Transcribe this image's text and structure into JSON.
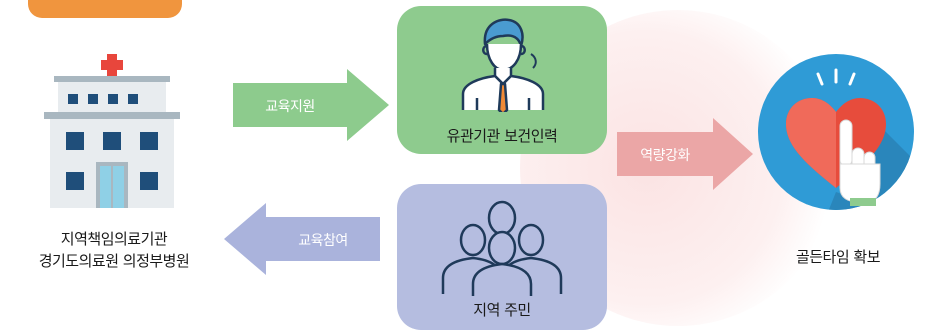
{
  "hospital": {
    "line1": "지역책임의료기관",
    "line2": "경기도의료원 의정부병원"
  },
  "arrows": {
    "education_support": "교육지원",
    "education_participation": "교육참여",
    "capacity_building": "역량강화"
  },
  "boxes": {
    "health_workers": "유관기관 보건인력",
    "residents": "지역 주민"
  },
  "outcome": {
    "label": "골든타임  확보"
  },
  "colors": {
    "tag_orange": "#f0953e",
    "green_box": "#8ecb8e",
    "green_arrow": "#8dcb8d",
    "purple_box": "#b5bde0",
    "purple_arrow": "#aab3dc",
    "pink_arrow": "#eba6a6",
    "building_gray": "#a9b7c0",
    "building_navy": "#1f4e7a",
    "cross_red": "#e8463c",
    "outcome_circle": "#2f9bd6",
    "heart_red": "#e74c3c"
  },
  "icons": [
    "hospital-building-icon",
    "health-worker-icon",
    "residents-group-icon",
    "golden-time-heart-icon"
  ]
}
